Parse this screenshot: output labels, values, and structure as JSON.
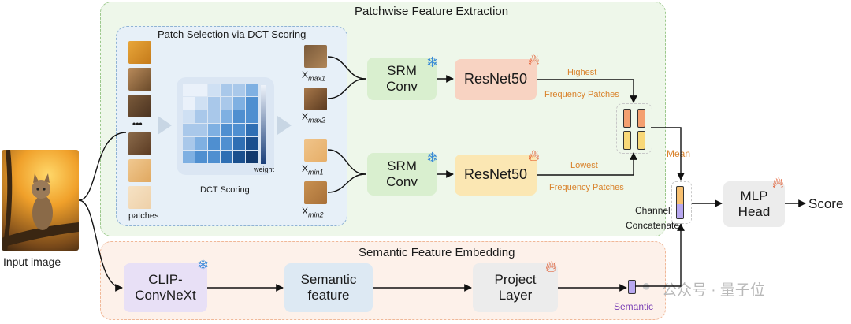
{
  "panels": {
    "patchwise_title": "Patchwise Feature Extraction",
    "dct_title": "Patch Selection via DCT Scoring",
    "semantic_title": "Semantic Feature Embedding"
  },
  "input": {
    "label": "Input image"
  },
  "patches": {
    "dots": "•••",
    "label": "patches"
  },
  "dct": {
    "label": "DCT Scoring",
    "weight_label": "weight"
  },
  "selected": {
    "xmax1_base": "X",
    "xmax1_sub": "max1",
    "xmax2_base": "X",
    "xmax2_sub": "max2",
    "xmin1_base": "X",
    "xmin1_sub": "min1",
    "xmin2_base": "X",
    "xmin2_sub": "min2"
  },
  "srm_top": {
    "line1": "SRM",
    "line2": "Conv"
  },
  "srm_bottom": {
    "line1": "SRM",
    "line2": "Conv"
  },
  "resnet_top": {
    "label": "ResNet50"
  },
  "resnet_bottom": {
    "label": "ResNet50"
  },
  "highest": {
    "line1": "Highest",
    "line2": "Frequency Patches"
  },
  "lowest": {
    "line1": "Lowest",
    "line2": "Frequency Patches"
  },
  "mean": {
    "label": "Mean"
  },
  "concat": {
    "line1": "Channel",
    "line2": "Concatenate"
  },
  "mlp": {
    "line1": "MLP",
    "line2": "Head"
  },
  "score": {
    "label": "Score"
  },
  "clip": {
    "line1": "CLIP-",
    "line2": "ConvNeXt"
  },
  "semantic_feature": {
    "line1": "Semantic",
    "line2": "feature"
  },
  "project": {
    "line1": "Project",
    "line2": "Layer"
  },
  "semantic_token": {
    "label": "Semantic"
  },
  "watermark": {
    "text": "公众号 · 量子位"
  },
  "colors": {
    "green_panel_bg": "#eef7ea",
    "green_panel_border": "#9cc88c",
    "blue_panel_bg": "#e7f0f8",
    "blue_panel_border": "#8fb3d4",
    "pink_panel_bg": "#fdf1ea",
    "pink_panel_border": "#f0b898",
    "srm": "#d9efcf",
    "resnet_top": "#f8d3c2",
    "resnet_bottom": "#fbe7b3",
    "orange_text": "#d9822b",
    "purple_text": "#7a3fb5"
  }
}
